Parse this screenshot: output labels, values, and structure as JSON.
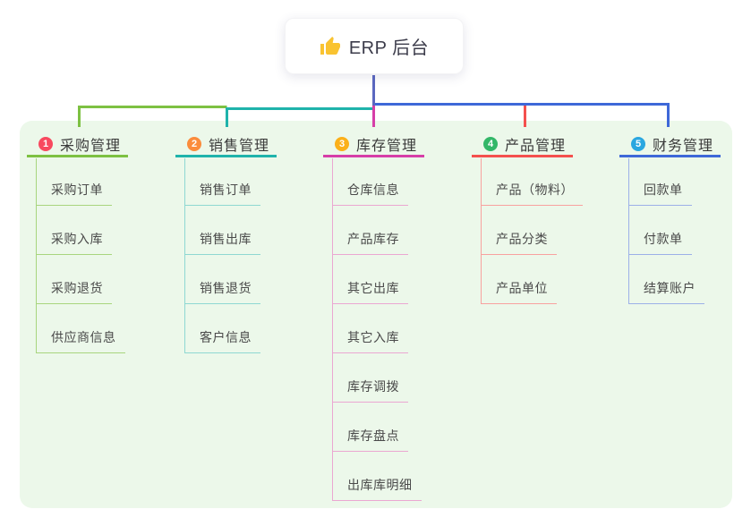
{
  "root": {
    "title": "ERP 后台",
    "icon": "thumbs-up-icon",
    "icon_color": "#f9c331",
    "connector_color": "#5b68c0"
  },
  "panel": {
    "background_color": "#ecf8ea"
  },
  "branches": [
    {
      "number": "1",
      "label": "采购管理",
      "badge_color": "#f8495f",
      "line_color": "#7dc142",
      "child_line_color": "#a8d57e",
      "children": [
        "采购订单",
        "采购入库",
        "采购退货",
        "供应商信息"
      ]
    },
    {
      "number": "2",
      "label": "销售管理",
      "badge_color": "#fb8c3c",
      "line_color": "#1fb3ab",
      "child_line_color": "#8fd8d2",
      "children": [
        "销售订单",
        "销售出库",
        "销售退货",
        "客户信息"
      ]
    },
    {
      "number": "3",
      "label": "库存管理",
      "badge_color": "#fbb019",
      "line_color": "#d63ea8",
      "child_line_color": "#eba7d2",
      "children": [
        "仓库信息",
        "产品库存",
        "其它出库",
        "其它入库",
        "库存调拨",
        "库存盘点",
        "出库库明细"
      ]
    },
    {
      "number": "4",
      "label": "产品管理",
      "badge_color": "#33b768",
      "line_color": "#f4504e",
      "child_line_color": "#f8a19f",
      "children": [
        "产品（物料）",
        "产品分类",
        "产品单位"
      ]
    },
    {
      "number": "5",
      "label": "财务管理",
      "badge_color": "#2aa7e0",
      "line_color": "#3e68d8",
      "child_line_color": "#9cb0e8",
      "children": [
        "回款单",
        "付款单",
        "结算账户"
      ]
    }
  ]
}
